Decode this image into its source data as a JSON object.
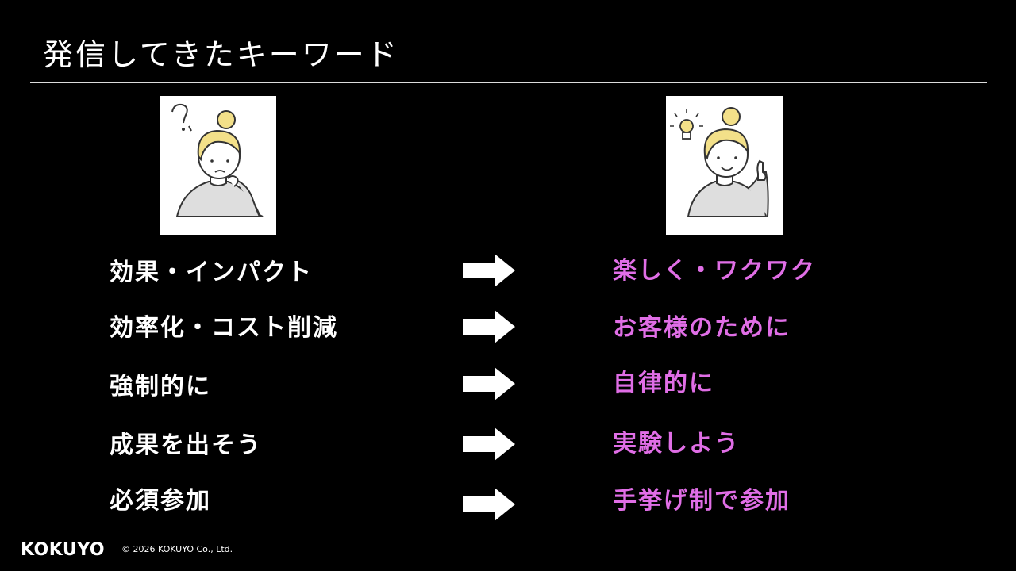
{
  "slide": {
    "title": "発信してきたキーワード"
  },
  "comparison": {
    "rows": [
      {
        "before": "効果・インパクト",
        "after": "楽しく・ワクワク"
      },
      {
        "before": "効率化・コスト削減",
        "after": "お客様のために"
      },
      {
        "before": "強制的に",
        "after": "自律的に"
      },
      {
        "before": "成果を出そう",
        "after": "実験しよう"
      },
      {
        "before": "必須参加",
        "after": "手挙げ制で参加"
      }
    ]
  },
  "footer": {
    "logo": "KOKUYO",
    "copyright": "© 2026 KOKUYO Co., Ltd."
  },
  "colors": {
    "background": "#000000",
    "before_text": "#ffffff",
    "after_text": "#e06ee6",
    "hair": "#f3e089"
  },
  "icons": {
    "left_illustration": "confused-woman-icon",
    "right_illustration": "idea-woman-icon",
    "arrow": "right-arrow-icon"
  }
}
